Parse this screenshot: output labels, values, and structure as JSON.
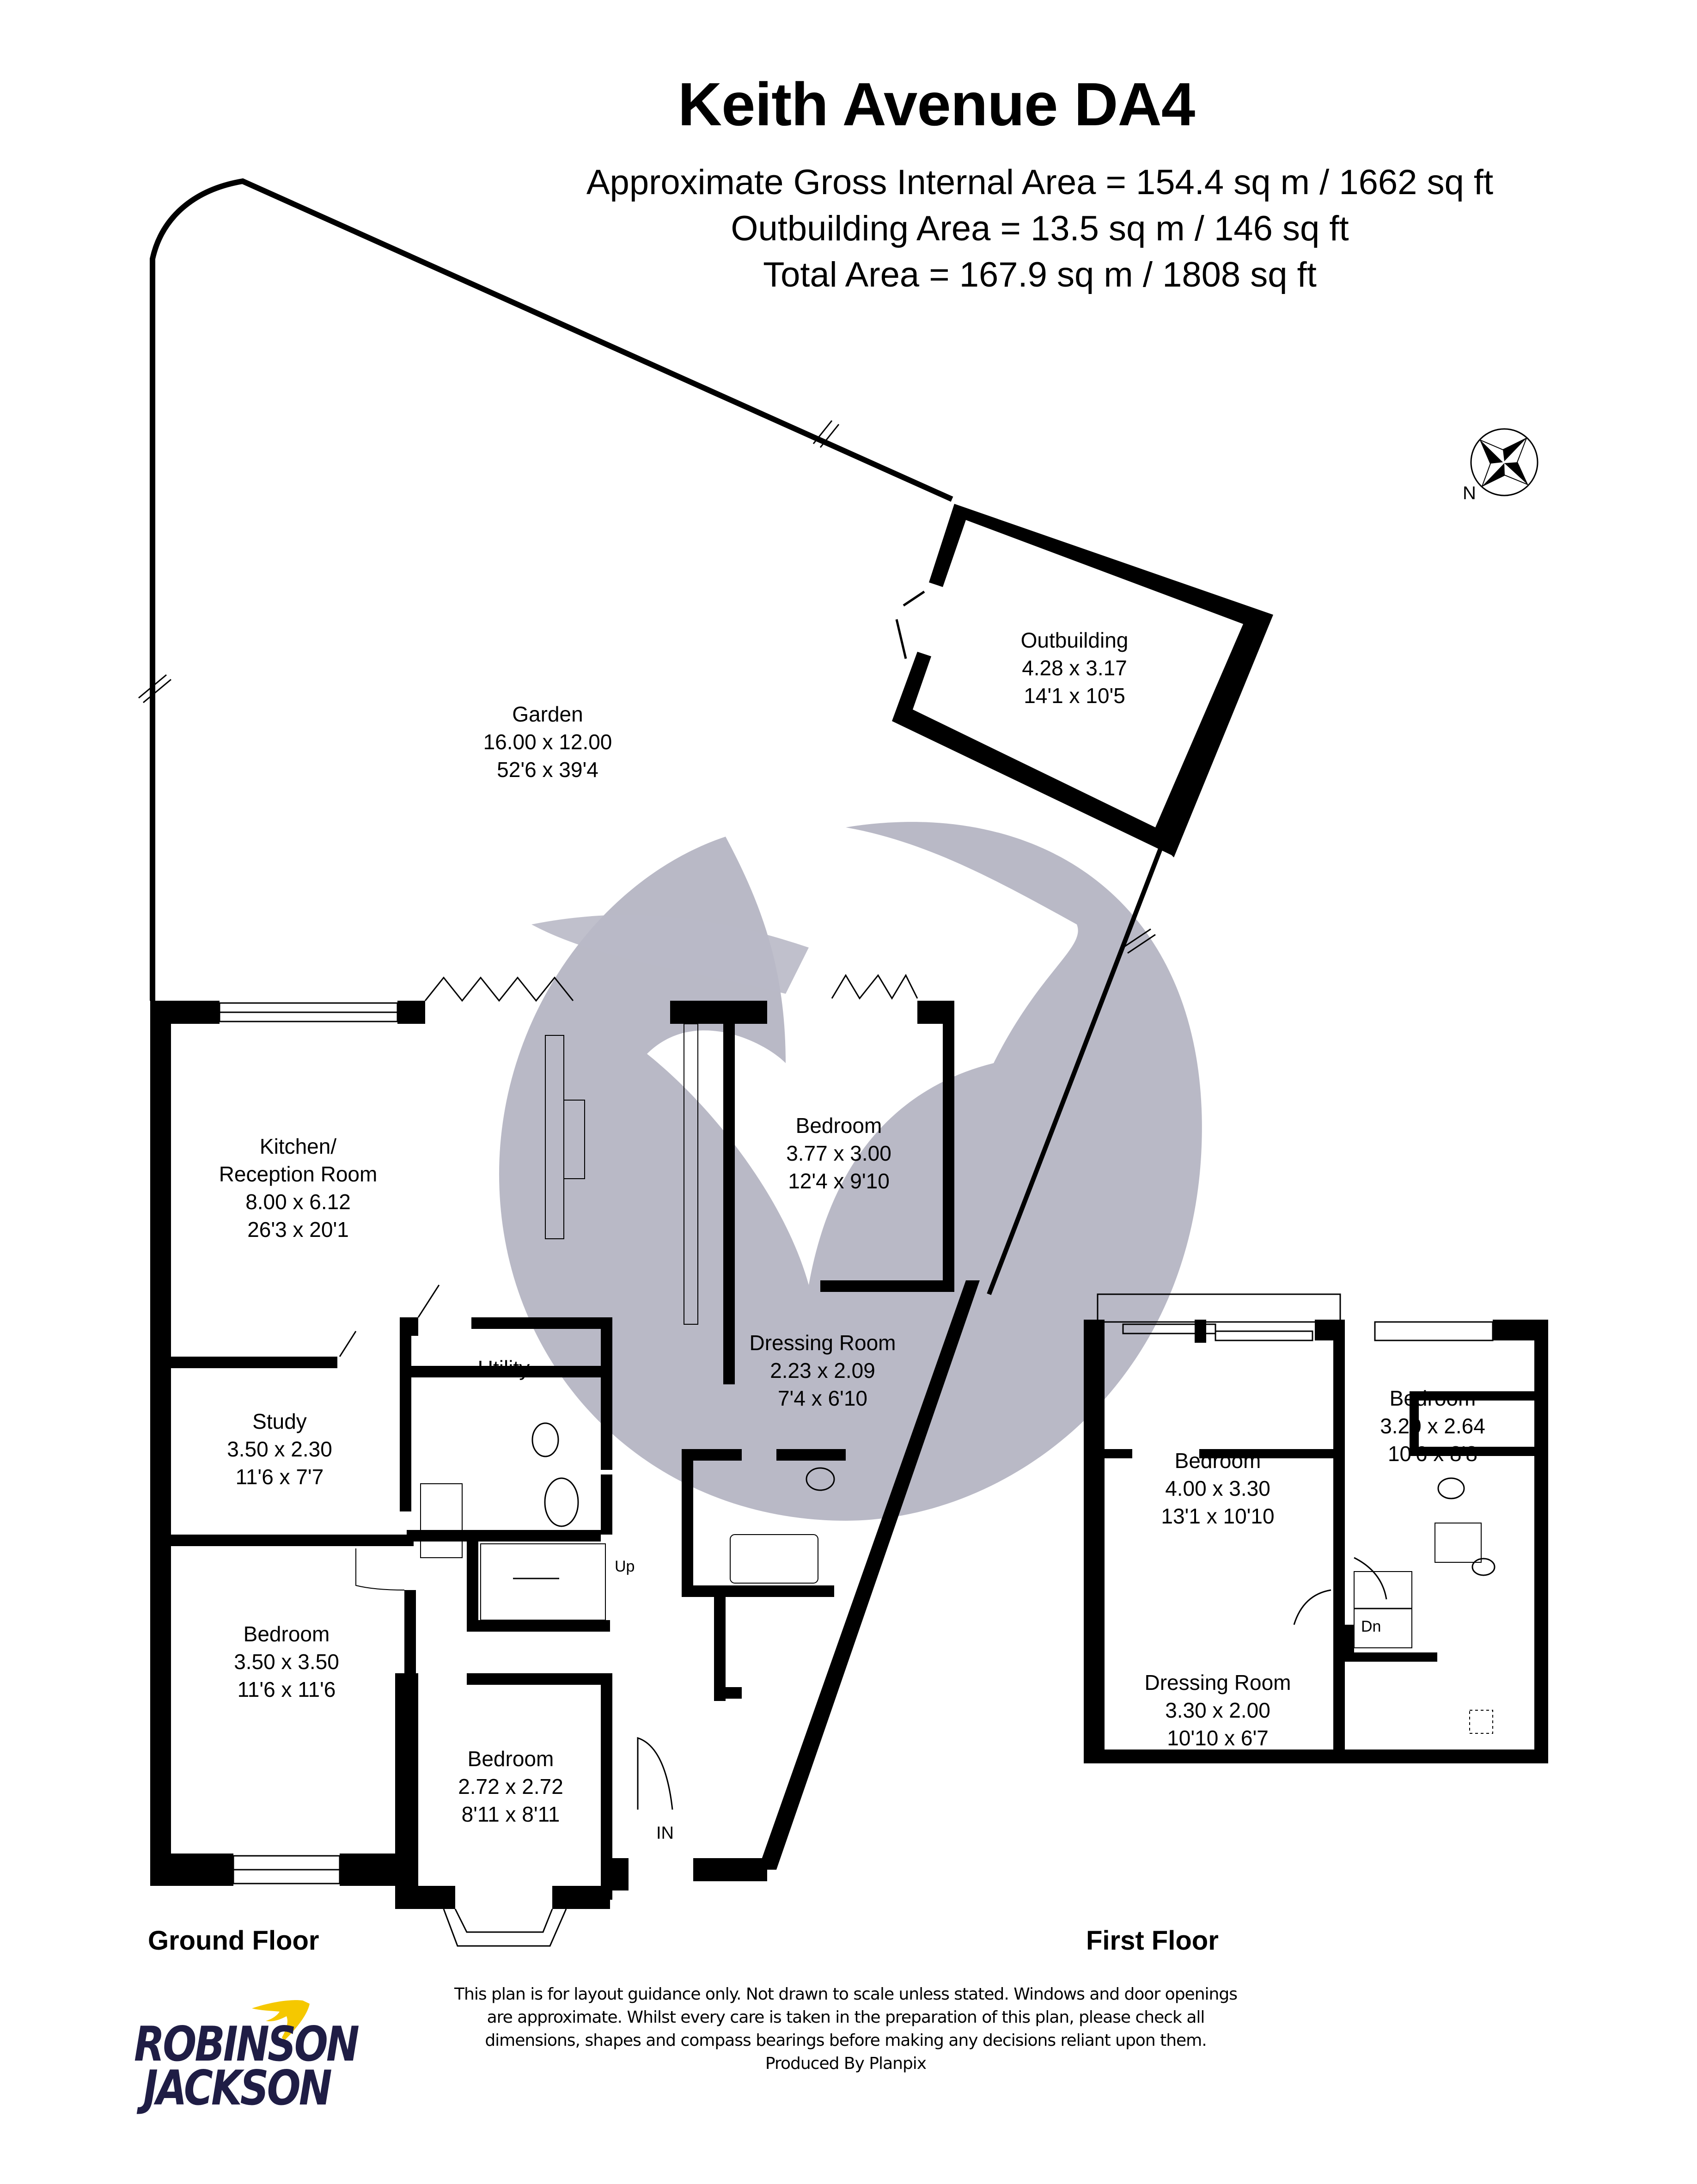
{
  "header": {
    "title": "Keith Avenue DA4",
    "areas": [
      "Approximate Gross Internal Area =  154.4 sq m / 1662 sq ft",
      "Outbuilding Area = 13.5 sq m / 146 sq ft",
      "Total Area = 167.9 sq m / 1808 sq ft"
    ]
  },
  "compass": {
    "label": "N",
    "icon": "compass-rose-icon"
  },
  "ground_floor": {
    "label": "Ground Floor",
    "rooms": [
      {
        "name": "Garden",
        "metric": "16.00 x 12.00",
        "imperial": "52'6 x 39'4"
      },
      {
        "name": "Outbuilding",
        "metric": "4.28 x 3.17",
        "imperial": "14'1 x 10'5"
      },
      {
        "name": "Kitchen/",
        "name2": "Reception Room",
        "metric": "8.00 x 6.12",
        "imperial": "26'3 x 20'1"
      },
      {
        "name": "Bedroom",
        "metric": "3.77 x 3.00",
        "imperial": "12'4 x 9'10"
      },
      {
        "name": "Dressing Room",
        "metric": "2.23 x 2.09",
        "imperial": "7'4 x 6'10"
      },
      {
        "name": "Utility"
      },
      {
        "name": "Study",
        "metric": "3.50 x 2.30",
        "imperial": "11'6 x 7'7"
      },
      {
        "name": "Bedroom",
        "metric": "3.50 x 3.50",
        "imperial": "11'6 x 11'6"
      },
      {
        "name": "Bedroom",
        "metric": "2.72 x 2.72",
        "imperial": "8'11 x 8'11"
      }
    ],
    "stairs_label": "Up",
    "entrance_label": "IN"
  },
  "first_floor": {
    "label": "First Floor",
    "rooms": [
      {
        "name": "Bedroom",
        "metric": "4.00 x 3.30",
        "imperial": "13'1 x 10'10"
      },
      {
        "name": "Bedroom",
        "metric": "3.20 x 2.64",
        "imperial": "10'6 x 8'8"
      },
      {
        "name": "Dressing Room",
        "metric": "3.30 x 2.00",
        "imperial": "10'10 x 6'7"
      }
    ],
    "stairs_label": "Dn"
  },
  "footer": {
    "disclaimer": [
      "This plan is for layout guidance only. Not drawn to scale unless stated. Windows and door openings",
      "are approximate. Whilst every care is taken in the preparation of this plan, please check all",
      "dimensions, shapes and compass bearings before making any decisions reliant upon them.",
      "Produced By Planpix"
    ],
    "logo": {
      "line1": "ROBINSON",
      "line2": "JACKSON",
      "text_color": "#1f1d45",
      "bird_color": "#f5c800"
    }
  },
  "colors": {
    "wall": "#000000",
    "watermark": "#b9b9c6",
    "background": "#ffffff"
  }
}
